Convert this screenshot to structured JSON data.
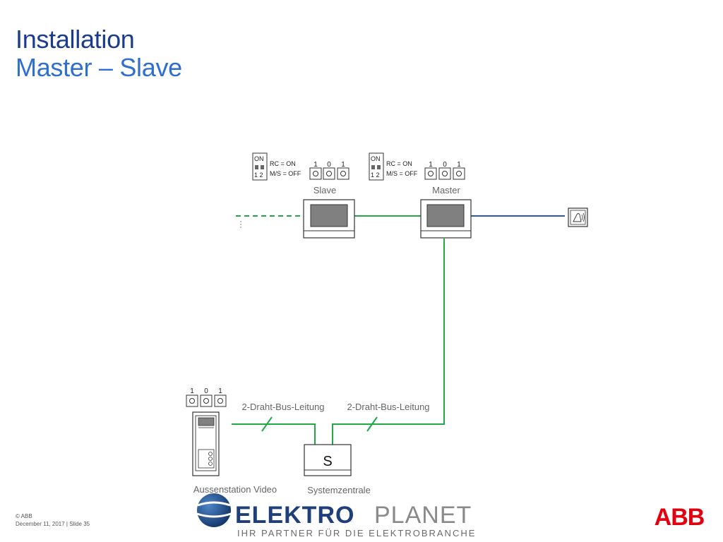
{
  "slide": {
    "title_line1": "Installation",
    "title_line2": "Master – Slave"
  },
  "diagram": {
    "slave": {
      "label": "Slave",
      "dip_on": "ON",
      "dip_numbers": "1 2",
      "setting_rc": "RC = ON",
      "setting_ms": "M/S = OFF",
      "jumper_labels": [
        "1",
        "0",
        "1"
      ]
    },
    "master": {
      "label": "Master",
      "dip_on": "ON",
      "dip_numbers": "1 2",
      "setting_rc": "RC = ON",
      "setting_ms": "M/S = OFF",
      "jumper_labels": [
        "1",
        "0",
        "1"
      ]
    },
    "outdoor": {
      "label": "Aussenstation Video",
      "jumper_labels": [
        "1",
        "0",
        "1"
      ]
    },
    "central": {
      "label": "Systemzentrale",
      "symbol": "S"
    },
    "bus_left_label": "2-Draht-Bus-Leitung",
    "bus_right_label": "2-Draht-Bus-Leitung",
    "colors": {
      "bus": "#22a845",
      "extra": "#2a5caa",
      "device_screen": "#808080"
    }
  },
  "footer": {
    "copyright": "© ABB",
    "date_slide": "December 11, 2017  | Slide 35"
  },
  "branding": {
    "elektro": "ELEKTRO",
    "planet": "PLANET",
    "tagline": "IHR PARTNER FÜR DIE ELEKTROBRANCHE",
    "abb": "ABB"
  }
}
